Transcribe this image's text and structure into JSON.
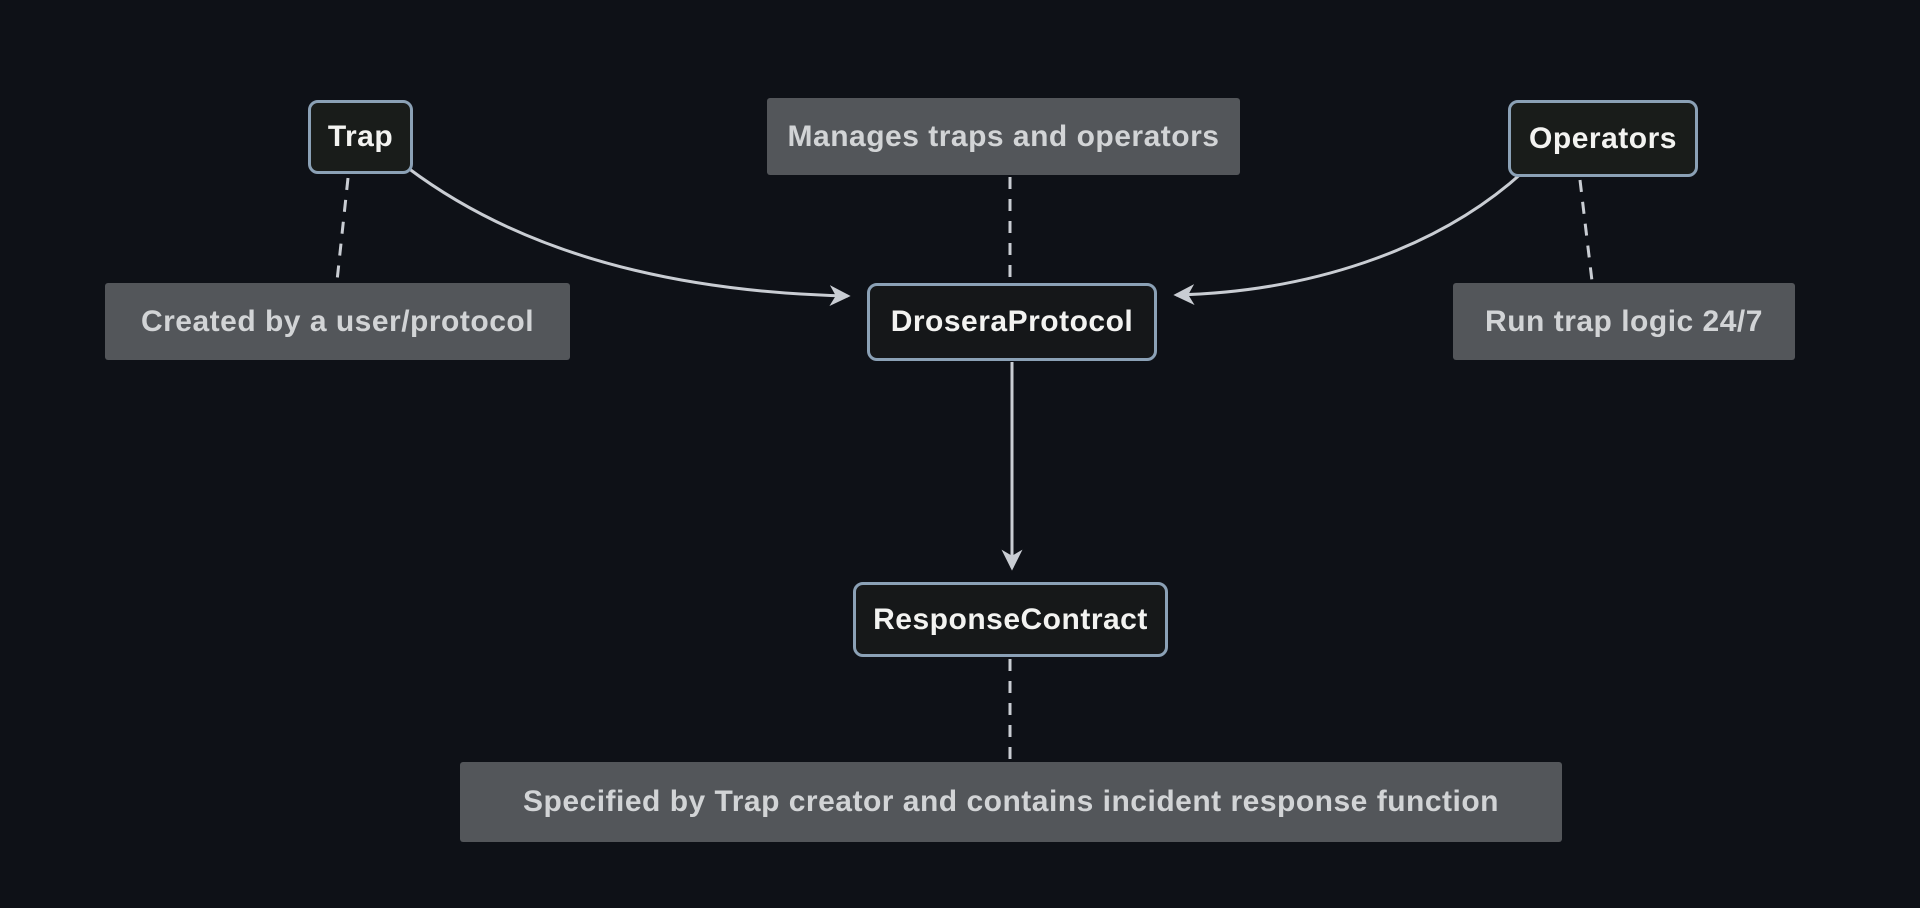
{
  "diagram": {
    "type": "flowchart",
    "theme": {
      "background_color": "#0e1117",
      "node_fill": "#181b19",
      "node_border_color": "#8ba1b6",
      "node_text_color": "#f3f3f1",
      "note_fill": "#53565a",
      "note_text_color": "#d2d4d6",
      "edge_color": "#c9cdd3"
    },
    "nodes": [
      {
        "id": "trap",
        "label": "Trap"
      },
      {
        "id": "operators",
        "label": "Operators"
      },
      {
        "id": "drosera_protocol",
        "label": "DroseraProtocol"
      },
      {
        "id": "response_contract",
        "label": "ResponseContract"
      }
    ],
    "notes": [
      {
        "id": "manages",
        "text": "Manages traps and operators",
        "attached_to": "drosera_protocol"
      },
      {
        "id": "created",
        "text": "Created by a user/protocol",
        "attached_to": "trap"
      },
      {
        "id": "run",
        "text": "Run trap logic 24/7",
        "attached_to": "operators"
      },
      {
        "id": "specified",
        "text": "Specified by Trap creator and contains incident response function",
        "attached_to": "response_contract"
      }
    ],
    "edges": [
      {
        "from": "trap",
        "to": "drosera_protocol",
        "style": "solid",
        "arrow": true
      },
      {
        "from": "operators",
        "to": "drosera_protocol",
        "style": "solid",
        "arrow": true
      },
      {
        "from": "drosera_protocol",
        "to": "response_contract",
        "style": "solid",
        "arrow": true
      },
      {
        "from": "trap",
        "to": "note:created",
        "style": "dashed",
        "arrow": false
      },
      {
        "from": "note:manages",
        "to": "drosera_protocol",
        "style": "dashed",
        "arrow": false
      },
      {
        "from": "operators",
        "to": "note:run",
        "style": "dashed",
        "arrow": false
      },
      {
        "from": "response_contract",
        "to": "note:specified",
        "style": "dashed",
        "arrow": false
      }
    ]
  }
}
